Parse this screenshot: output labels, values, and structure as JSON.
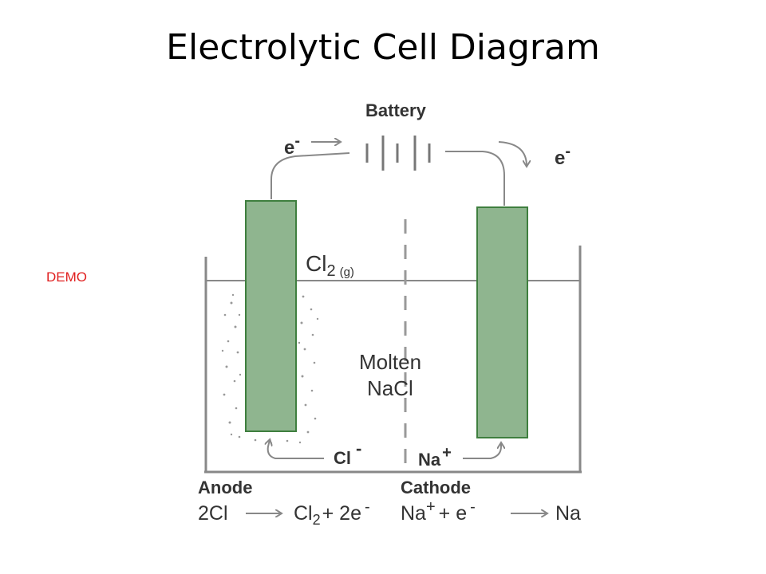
{
  "title": "Electrolytic Cell Diagram",
  "demo_label": "DEMO",
  "colors": {
    "electrode": "#8fb58f",
    "electrode_border": "#3f7f3f",
    "line": "#888888"
  },
  "diagram": {
    "battery_label": "Battery",
    "electron_left": "e",
    "electron_right": "e",
    "electron_sup": "-",
    "gas": "Cl",
    "gas_sub": "2",
    "gas_state": "(g)",
    "melt_line1": "Molten",
    "melt_line2": "NaCl",
    "anion": "Cl",
    "anion_sup": "-",
    "cation": "Na",
    "cation_sup": "+",
    "anode_label": "Anode",
    "cathode_label": "Cathode",
    "anode_reactant": "2Cl",
    "anode_product": "Cl",
    "anode_product_sub": "2",
    "anode_plus": "+ 2e",
    "anode_electron_sup": "-",
    "cathode_reactant": "Na",
    "cathode_reactant_sup": "+",
    "cathode_plus": "+ e",
    "cathode_electron_sup": "-",
    "cathode_product": "Na"
  }
}
